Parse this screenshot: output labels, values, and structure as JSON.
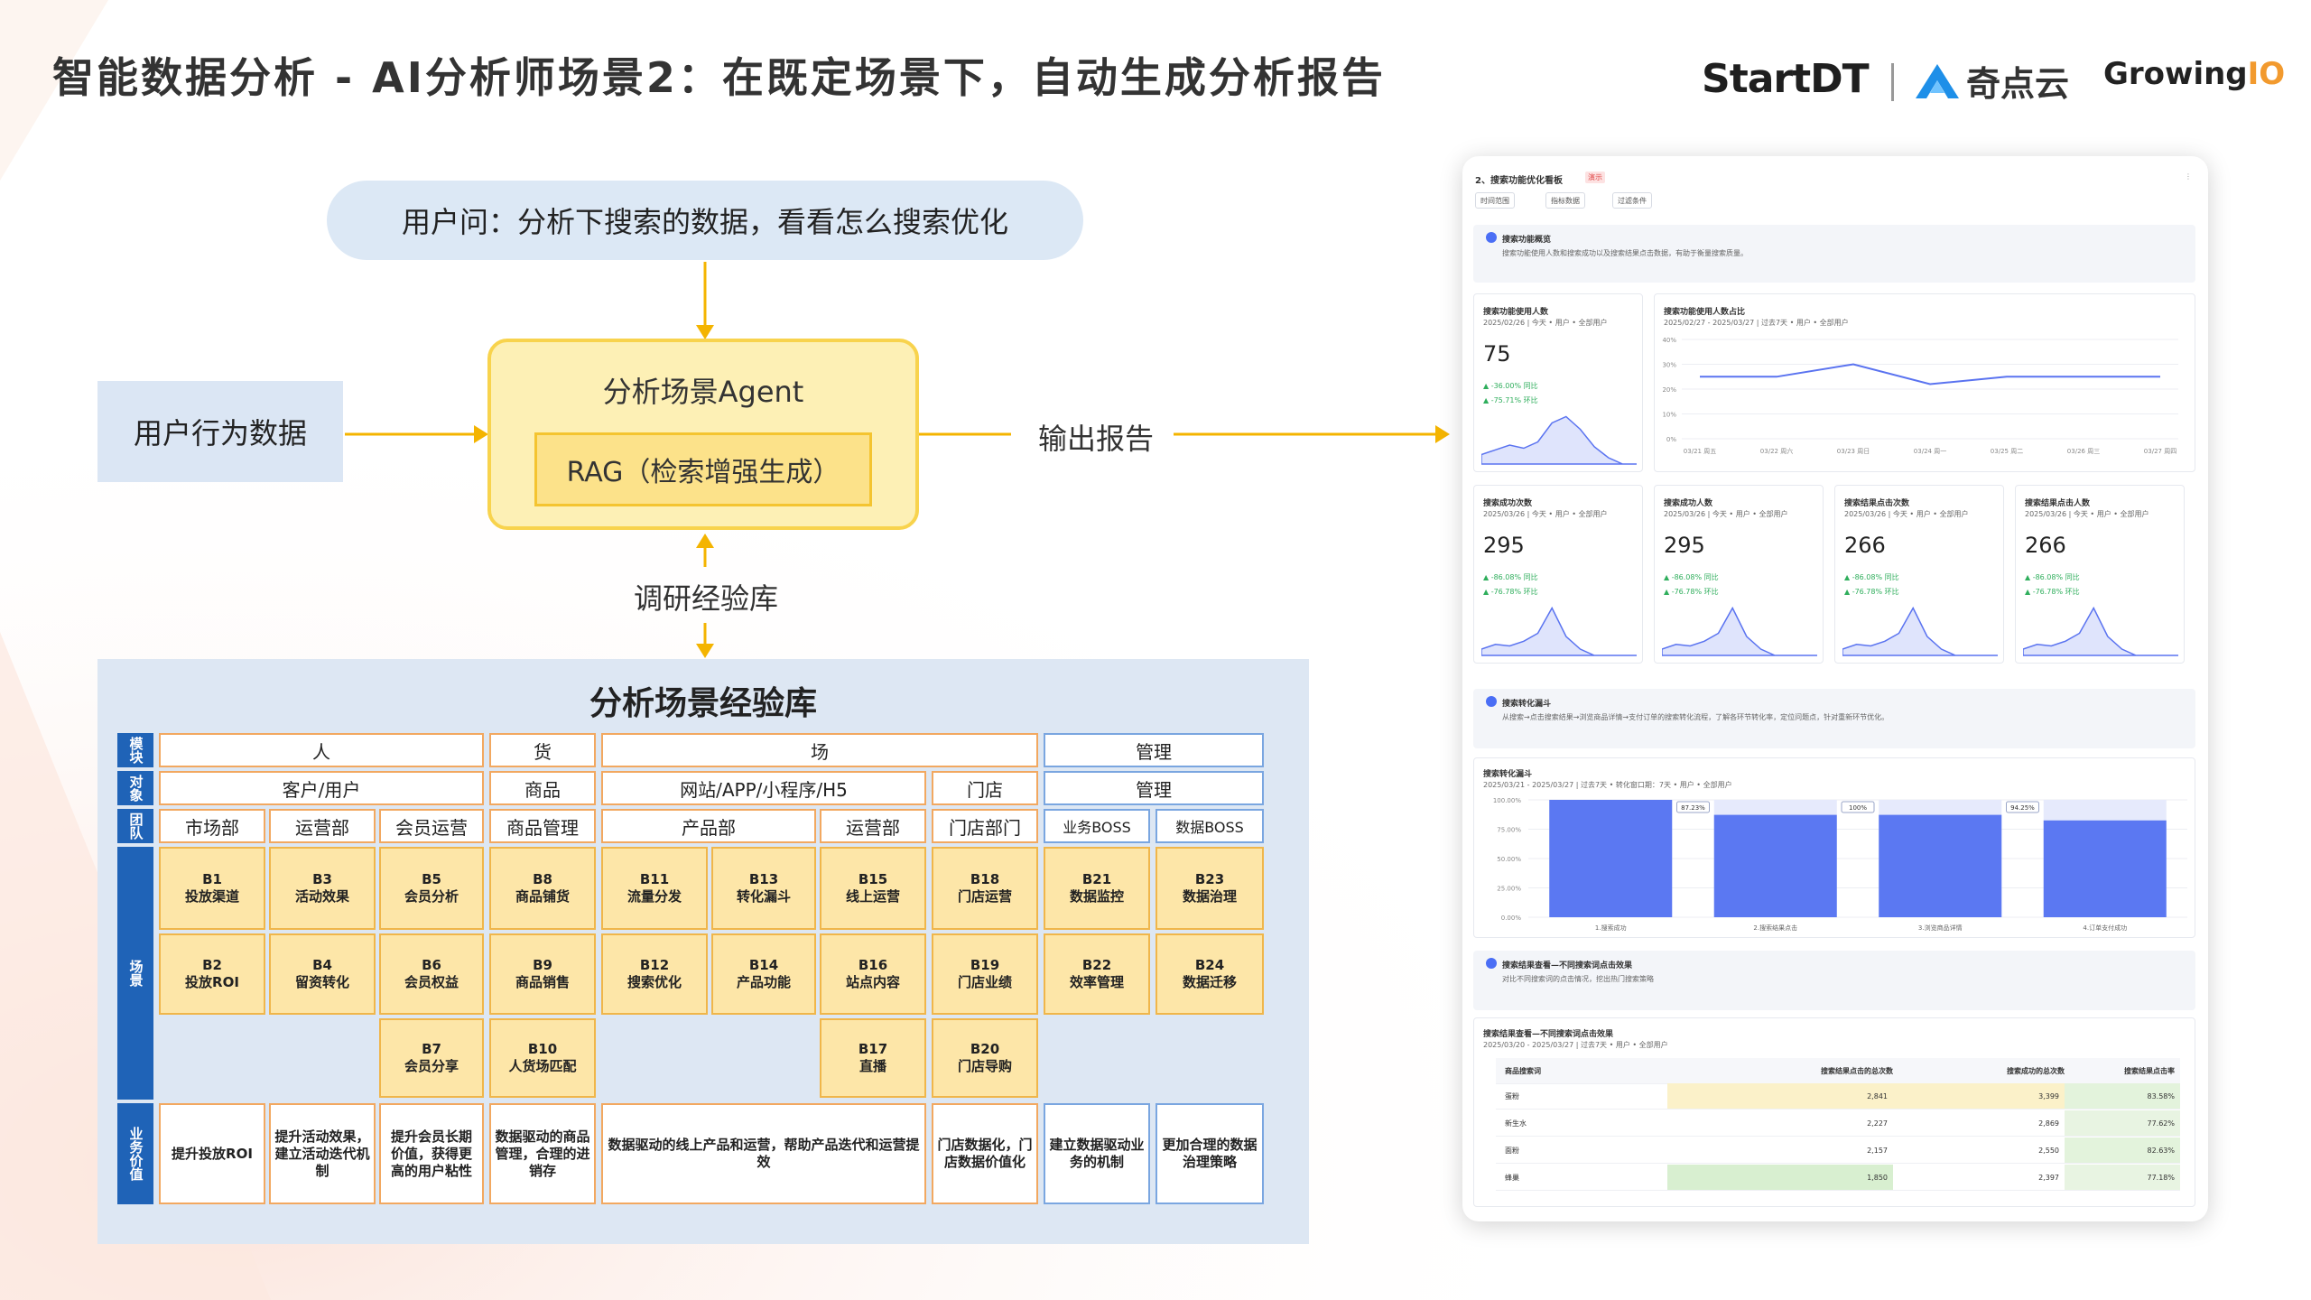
{
  "header": {
    "title": "智能数据分析 - AI分析师场景2：在既定场景下，自动生成分析报告",
    "logo_startdt": "StartDT",
    "logo_qidianyun": "奇点云",
    "logo_growing_a": "Growing",
    "logo_growing_b": "IO"
  },
  "flow": {
    "user_question": "用户问：分析下搜索的数据，看看怎么搜索优化",
    "user_behavior_data": "用户行为数据",
    "agent_title": "分析场景Agent",
    "rag_label": "RAG（检索增强生成）",
    "output_label": "输出报告",
    "research_label": "调研经验库"
  },
  "library": {
    "title": "分析场景经验库",
    "row_labels": [
      "模块",
      "对象",
      "团队",
      "场景",
      "业务价值"
    ],
    "modules": [
      "人",
      "货",
      "场",
      "管理"
    ],
    "objects": [
      "客户/用户",
      "商品",
      "网站/APP/小程序/H5",
      "门店",
      "管理"
    ],
    "teams": [
      "市场部",
      "运营部",
      "会员运营",
      "商品管理",
      "产品部",
      "运营部",
      "门店部门",
      "业务BOSS",
      "数据BOSS"
    ],
    "scenes": [
      {
        "code": "B1",
        "name": "投放渠道"
      },
      {
        "code": "B3",
        "name": "活动效果"
      },
      {
        "code": "B5",
        "name": "会员分析"
      },
      {
        "code": "B8",
        "name": "商品铺货"
      },
      {
        "code": "B11",
        "name": "流量分发"
      },
      {
        "code": "B13",
        "name": "转化漏斗"
      },
      {
        "code": "B15",
        "name": "线上运营"
      },
      {
        "code": "B18",
        "name": "门店运营"
      },
      {
        "code": "B21",
        "name": "数据监控"
      },
      {
        "code": "B23",
        "name": "数据治理"
      },
      {
        "code": "B2",
        "name": "投放ROI"
      },
      {
        "code": "B4",
        "name": "留资转化"
      },
      {
        "code": "B6",
        "name": "会员权益"
      },
      {
        "code": "B9",
        "name": "商品销售"
      },
      {
        "code": "B12",
        "name": "搜索优化"
      },
      {
        "code": "B14",
        "name": "产品功能"
      },
      {
        "code": "B16",
        "name": "站点内容"
      },
      {
        "code": "B19",
        "name": "门店业绩"
      },
      {
        "code": "B22",
        "name": "效率管理"
      },
      {
        "code": "B24",
        "name": "数据迁移"
      },
      {
        "code": "B7",
        "name": "会员分享"
      },
      {
        "code": "B10",
        "name": "人货场匹配"
      },
      {
        "code": "B17",
        "name": "直播"
      },
      {
        "code": "B20",
        "name": "门店导购"
      }
    ],
    "values": [
      "提升投放ROI",
      "提升活动效果，建立活动迭代机制",
      "提升会员长期价值，获得更高的用户粘性",
      "数据驱动的商品管理，合理的进销存",
      "数据驱动的线上产品和运营，帮助产品迭代和运营提效",
      "门店数据化，门店数据价值化",
      "建立数据驱动业务的机制",
      "更加合理的数据治理策略"
    ]
  },
  "dashboard": {
    "title": "2、搜索功能优化看板",
    "badge": "演示",
    "filters": [
      "时间范围",
      "指标数据",
      "过滤条件"
    ],
    "sec1_title": "搜索功能概览",
    "sec1_desc": "搜索功能使用人数和搜索成功以及搜索结果点击数据，有助于衡量搜索质量。",
    "card_main": {
      "label": "搜索功能使用人数",
      "value": "75",
      "sub": "2025/02/26 | 今天 • 用户 • 全部用户",
      "delta1": "▲ -36.00% 同比",
      "delta2": "▲ -75.71% 环比"
    },
    "line_card": {
      "label": "搜索功能使用人数占比",
      "sub": "2025/02/27 - 2025/03/27 | 过去7天 • 用户 • 全部用户"
    },
    "small_cards": [
      {
        "label": "搜索成功次数",
        "value": "295"
      },
      {
        "label": "搜索成功人数",
        "value": "295"
      },
      {
        "label": "搜索结果点击次数",
        "value": "266"
      },
      {
        "label": "搜索结果点击人数",
        "value": "266"
      }
    ],
    "small_delta1": "▲ -86.08% 同比",
    "small_delta2": "▲ -76.78% 环比",
    "small_sub": "2025/03/26 | 今天 • 用户 • 全部用户",
    "sec2_title": "搜索转化漏斗",
    "sec2_desc": "从搜索→点击搜索结果→浏览商品详情→支付订单的搜索转化流程，了解各环节转化率，定位问题点，针对重新环节优化。",
    "funnel_title": "搜索转化漏斗",
    "funnel_sub": "2025/03/21 - 2025/03/27 | 过去7天 • 转化窗口期：7天 • 用户 • 全部用户",
    "sec3_title": "搜索结果查看—不同搜索词点击效果",
    "sec3_desc": "对比不同搜索词的点击情况，挖出热门搜索策略",
    "table_title": "搜索结果查看—不同搜索词点击效果",
    "table_sub": "2025/03/20 - 2025/03/27 | 过去7天 • 用户 • 全部用户",
    "table_headers": [
      "商品搜索词",
      "搜索结果点击的总次数",
      "搜索成功的总次数",
      "搜索结果点击率"
    ],
    "table_rows": [
      [
        "蛋粉",
        "2,841",
        "3,399",
        "83.58%"
      ],
      [
        "新生水",
        "2,227",
        "2,869",
        "77.62%"
      ],
      [
        "面粉",
        "2,157",
        "2,550",
        "82.63%"
      ],
      [
        "蜂巢",
        "1,850",
        "2,397",
        "77.18%"
      ]
    ]
  },
  "chart_data": [
    {
      "type": "area",
      "title": "搜索功能使用人数",
      "values": [
        6,
        9,
        12,
        10,
        14,
        26,
        30,
        22,
        11,
        4,
        0,
        0
      ]
    },
    {
      "type": "line",
      "title": "搜索功能使用人数占比",
      "x": [
        "03/21 周五",
        "03/22 周六",
        "03/23 周日",
        "03/24 周一",
        "03/25 周二",
        "03/26 周三",
        "03/27 周四"
      ],
      "values": [
        25,
        25,
        30,
        22,
        25,
        25,
        25
      ],
      "ylim": [
        0,
        40
      ],
      "yticks": [
        "40%",
        "30%",
        "20%",
        "10%",
        "0%"
      ]
    },
    {
      "type": "area",
      "title": "搜索成功次数",
      "values": [
        4,
        7,
        6,
        9,
        14,
        30,
        12,
        4,
        0,
        0,
        0,
        0
      ]
    },
    {
      "type": "bar",
      "title": "搜索转化漏斗",
      "categories": [
        "1.搜索成功",
        "2.搜索结果点击",
        "3.浏览商品详情",
        "4.订单支付成功"
      ],
      "values": [
        100,
        87.23,
        87.23,
        82.5
      ],
      "step_rates": [
        "87.23%",
        "100%",
        "94.25%"
      ],
      "ylim": [
        0,
        100
      ],
      "yticks": [
        "100.00%",
        "75.00%",
        "50.00%",
        "25.00%",
        "0.00%"
      ]
    }
  ]
}
